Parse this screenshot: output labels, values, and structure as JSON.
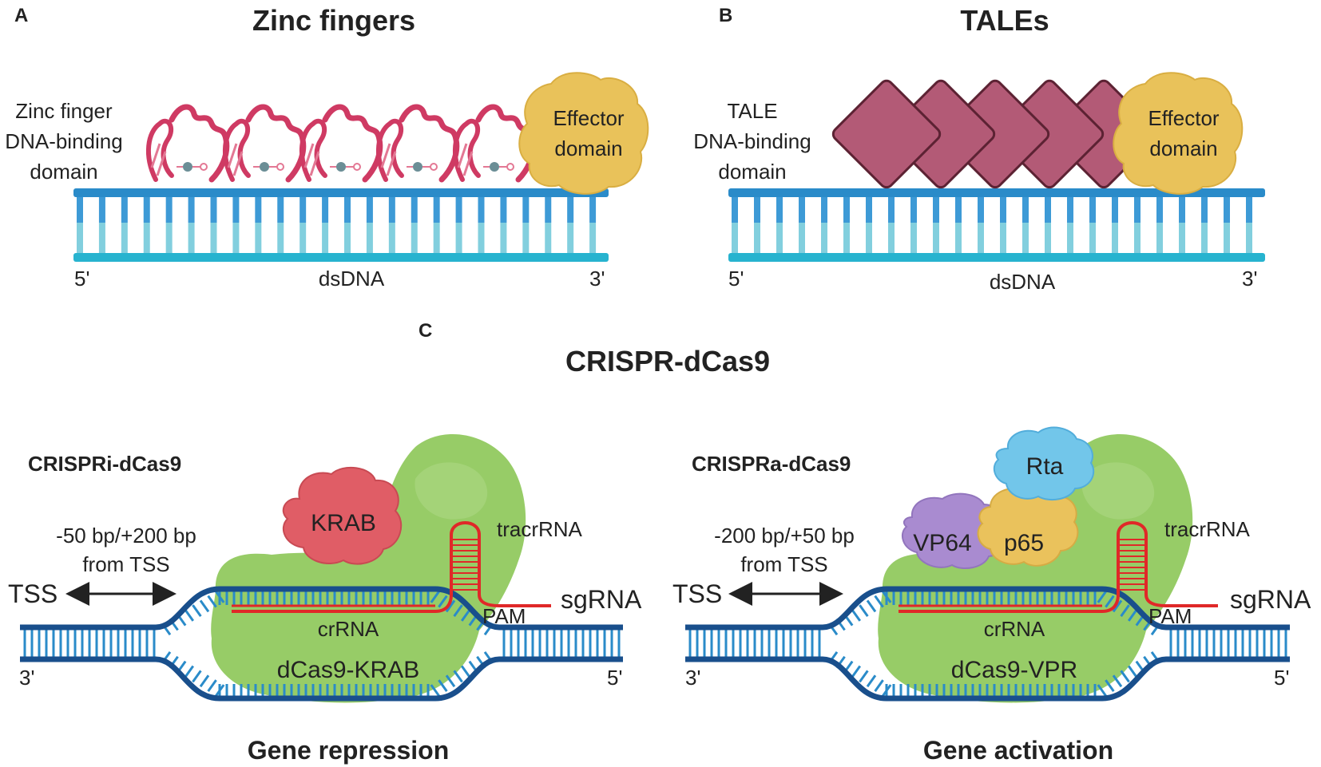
{
  "colors": {
    "dna_top": "#2a8bc9",
    "dna_bottom": "#27b3cf",
    "rung_top": "#3d9ad6",
    "rung_bottom": "#82cfde",
    "zinc_finger": "#cf3a63",
    "tale_fill": "#b35a76",
    "tale_stroke": "#5c2233",
    "effector": "#e9c25a",
    "dcas9": "#8ec85a",
    "krab": "#e05d66",
    "vp64": "#a98bd0",
    "p65": "#eac25c",
    "rta": "#72c6ea",
    "rna": "#e02828",
    "strand_dark": "#194f8c"
  },
  "panel_a": {
    "letter": "A",
    "title": "Zinc fingers",
    "binding_label": [
      "Zinc finger",
      "DNA-binding",
      "domain"
    ],
    "effector_label": [
      "Effector",
      "domain"
    ],
    "dna_label": "dsDNA",
    "end_left": "5'",
    "end_right": "3'",
    "finger_count": 5
  },
  "panel_b": {
    "letter": "B",
    "title": "TALEs",
    "binding_label": [
      "TALE",
      "DNA-binding",
      "domain"
    ],
    "effector_label": [
      "Effector",
      "domain"
    ],
    "dna_label": "dsDNA",
    "end_left": "5'",
    "end_right": "3'",
    "repeat_count": 5
  },
  "panel_c": {
    "letter": "C",
    "title": "CRISPR-dCas9",
    "left": {
      "heading": "CRISPRi-dCas9",
      "range": [
        "-50 bp/+200 bp",
        "from TSS"
      ],
      "tss": "TSS",
      "effector": "KRAB",
      "tracr": "tracrRNA",
      "sgrna": "sgRNA",
      "pam": "PAM",
      "crrna": "crRNA",
      "protein": "dCas9-KRAB",
      "end_left": "3'",
      "end_right": "5'",
      "outcome": "Gene repression"
    },
    "right": {
      "heading": "CRISPRa-dCas9",
      "range": [
        "-200 bp/+50 bp",
        "from TSS"
      ],
      "tss": "TSS",
      "activators": [
        "VP64",
        "p65",
        "Rta"
      ],
      "tracr": "tracrRNA",
      "sgrna": "sgRNA",
      "pam": "PAM",
      "crrna": "crRNA",
      "protein": "dCas9-VPR",
      "end_left": "3'",
      "end_right": "5'",
      "outcome": "Gene activation"
    }
  }
}
